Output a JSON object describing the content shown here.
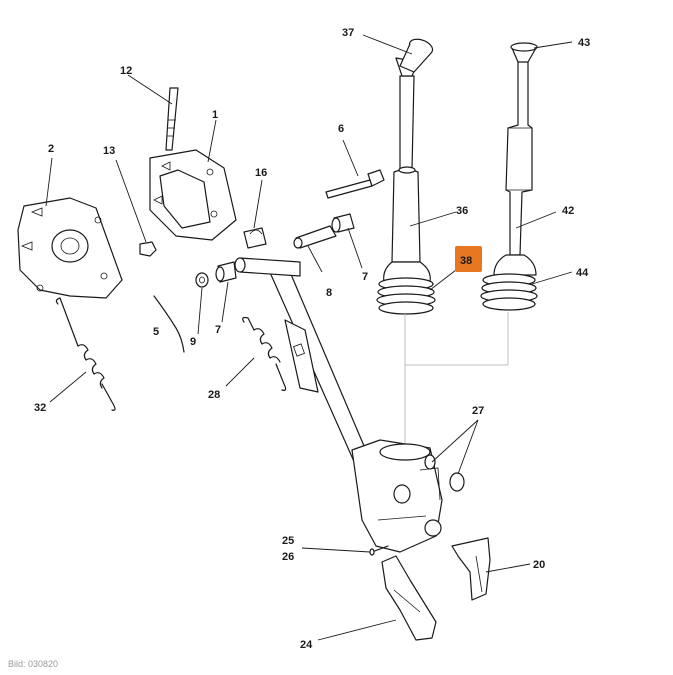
{
  "diagram": {
    "caption": "Bild: 030820",
    "highlight_color": "#e87722",
    "highlighted_part": "38",
    "labels": {
      "p1": "1",
      "p2": "2",
      "p5": "5",
      "p6": "6",
      "p7a": "7",
      "p7b": "7",
      "p8": "8",
      "p9": "9",
      "p12": "12",
      "p13": "13",
      "p16": "16",
      "p20": "20",
      "p24": "24",
      "p25": "25",
      "p26": "26",
      "p27": "27",
      "p28": "28",
      "p32": "32",
      "p36": "36",
      "p37": "37",
      "p38": "38",
      "p42": "42",
      "p43": "43",
      "p44": "44"
    }
  }
}
